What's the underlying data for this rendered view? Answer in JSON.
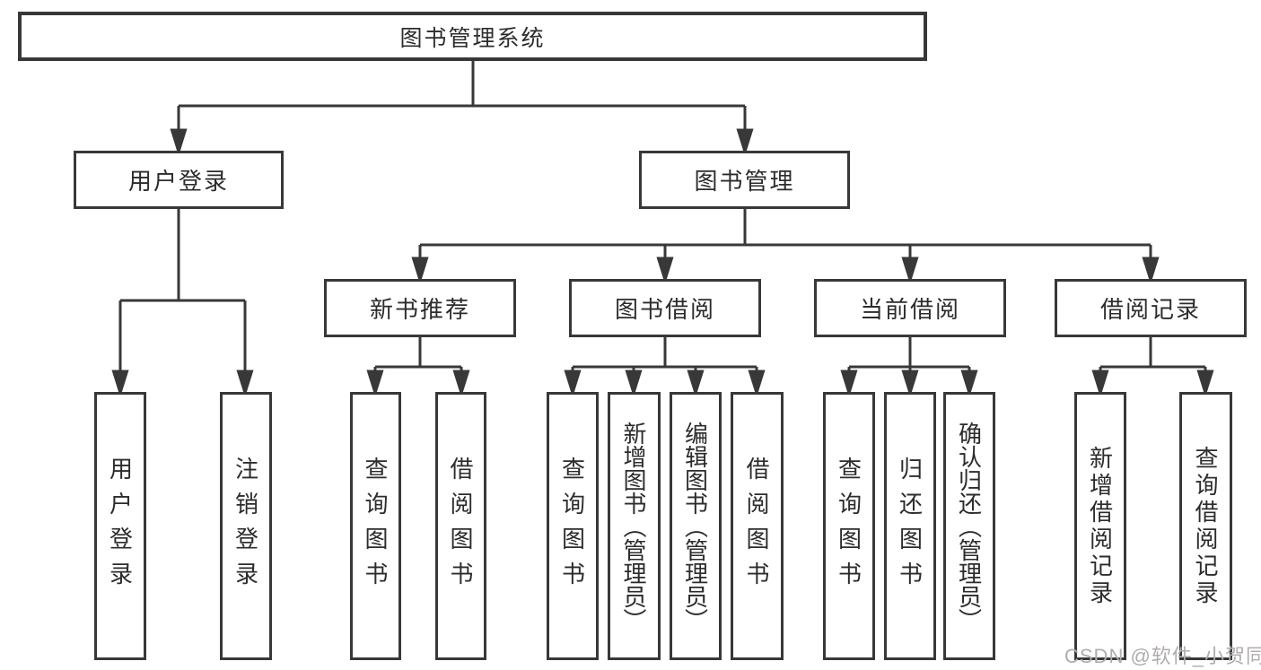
{
  "colors": {
    "line": "#383838",
    "text": "#2c2c2c",
    "background": "#ffffff",
    "box_background": "#ffffff",
    "watermark": "#b2acac"
  },
  "nodes": {
    "root": "图书管理系统",
    "level2": [
      {
        "label": "用户登录"
      },
      {
        "label": "图书管理"
      }
    ],
    "level3": [
      {
        "label": "新书推荐"
      },
      {
        "label": "图书借阅"
      },
      {
        "label": "当前借阅"
      },
      {
        "label": "借阅记录"
      }
    ],
    "leaves": [
      {
        "label": "用户登录",
        "parent": "用户登录"
      },
      {
        "label": "注销登录",
        "parent": "用户登录"
      },
      {
        "label": "查询图书",
        "parent": "新书推荐"
      },
      {
        "label": "借阅图书",
        "parent": "新书推荐"
      },
      {
        "label": "查询图书",
        "parent": "图书借阅"
      },
      {
        "label": "新增图书（管理员）",
        "parent": "图书借阅"
      },
      {
        "label": "编辑图书（管理员）",
        "parent": "图书借阅"
      },
      {
        "label": "借阅图书",
        "parent": "图书借阅"
      },
      {
        "label": "查询图书",
        "parent": "当前借阅"
      },
      {
        "label": "归还图书",
        "parent": "当前借阅"
      },
      {
        "label": "确认归还（管理员）",
        "parent": "当前借阅"
      },
      {
        "label": "新增借阅记录",
        "parent": "借阅记录"
      },
      {
        "label": "查询借阅记录",
        "parent": "借阅记录"
      }
    ]
  },
  "watermark": {
    "text": "CSDN @软件_小贺同学"
  }
}
